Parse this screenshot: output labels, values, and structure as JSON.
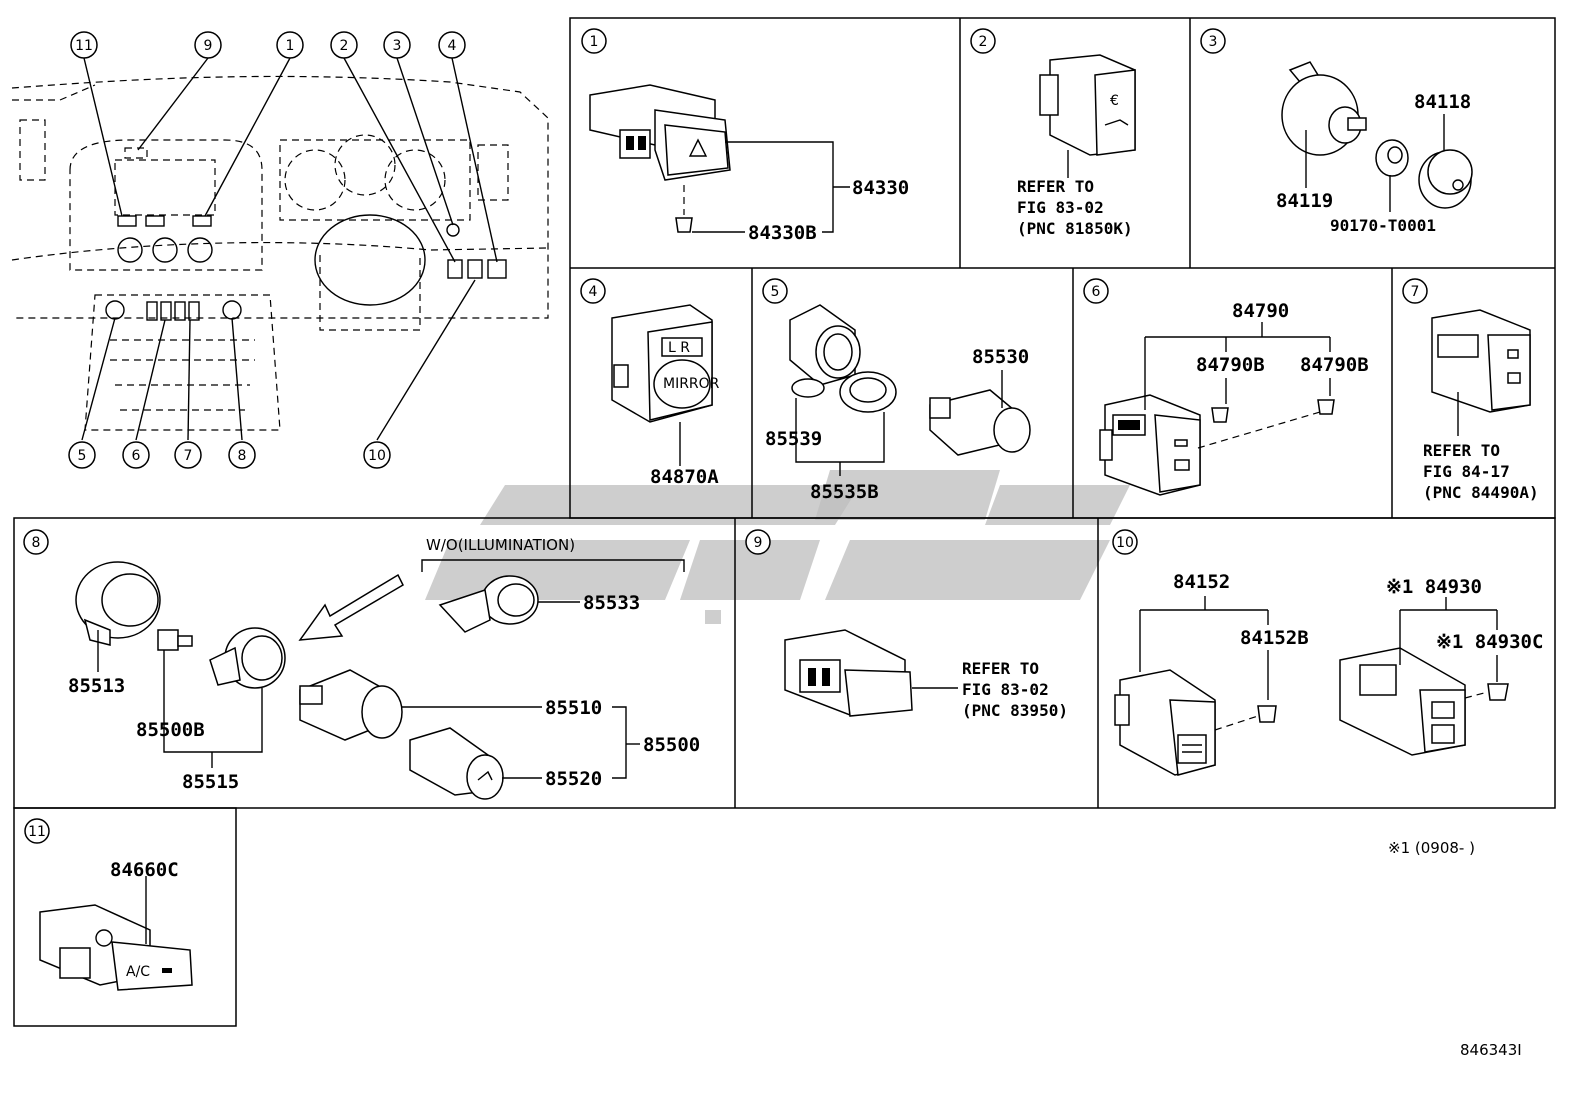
{
  "callouts": {
    "c1": "1",
    "c2": "2",
    "c3": "3",
    "c4": "4",
    "c5": "5",
    "c6": "6",
    "c7": "7",
    "c8": "8",
    "c9": "9",
    "c10": "10",
    "c11": "11"
  },
  "panel1": {
    "p84330": "84330",
    "p84330B": "84330B"
  },
  "panel2": {
    "ref1": "REFER TO",
    "ref2": "FIG 83-02",
    "ref3": "(PNC 81850K)"
  },
  "panel3": {
    "p84118": "84118",
    "p84119": "84119",
    "p90170": "90170-T0001"
  },
  "panel4": {
    "p84870A": "84870A"
  },
  "panel5": {
    "p85530": "85530",
    "p85539": "85539",
    "p85535B": "85535B"
  },
  "panel6": {
    "p84790": "84790",
    "p84790B_1": "84790B",
    "p84790B_2": "84790B"
  },
  "panel7": {
    "ref1": "REFER TO",
    "ref2": "FIG 84-17",
    "ref3": "(PNC 84490A)"
  },
  "panel8": {
    "wo": "W/O(ILLUMINATION)",
    "p85533": "85533",
    "p85513": "85513",
    "p85500B": "85500B",
    "p85515": "85515",
    "p85510": "85510",
    "p85500": "85500",
    "p85520": "85520"
  },
  "panel9": {
    "ref1": "REFER TO",
    "ref2": "FIG 83-02",
    "ref3": "(PNC 83950)"
  },
  "panel10": {
    "p84152": "84152",
    "p84152B": "84152B",
    "p84930": "※1 84930",
    "p84930C": "※1 84930C"
  },
  "panel11": {
    "p84660C": "84660C"
  },
  "footnote": "※1 (0908-      )",
  "drawing_id": "846343I",
  "icon_labels": {
    "mirror": "MIRROR",
    "ac": "A/C",
    "lr": "L R"
  }
}
